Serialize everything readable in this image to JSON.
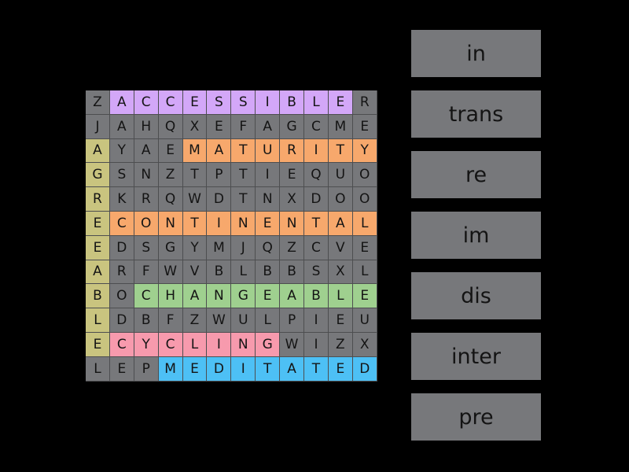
{
  "puzzle": {
    "rows": [
      [
        "Z",
        "A",
        "C",
        "C",
        "E",
        "S",
        "S",
        "I",
        "B",
        "L",
        "E",
        "R"
      ],
      [
        "J",
        "A",
        "H",
        "Q",
        "X",
        "E",
        "F",
        "A",
        "G",
        "C",
        "M",
        "E"
      ],
      [
        "A",
        "Y",
        "A",
        "E",
        "M",
        "A",
        "T",
        "U",
        "R",
        "I",
        "T",
        "Y"
      ],
      [
        "G",
        "S",
        "N",
        "Z",
        "T",
        "P",
        "T",
        "I",
        "E",
        "Q",
        "U",
        "O"
      ],
      [
        "R",
        "K",
        "R",
        "Q",
        "W",
        "D",
        "T",
        "N",
        "X",
        "D",
        "O",
        "O"
      ],
      [
        "E",
        "C",
        "O",
        "N",
        "T",
        "I",
        "N",
        "E",
        "N",
        "T",
        "A",
        "L"
      ],
      [
        "E",
        "D",
        "S",
        "G",
        "Y",
        "M",
        "J",
        "Q",
        "Z",
        "C",
        "V",
        "E"
      ],
      [
        "A",
        "R",
        "F",
        "W",
        "V",
        "B",
        "L",
        "B",
        "B",
        "S",
        "X",
        "L"
      ],
      [
        "B",
        "O",
        "C",
        "H",
        "A",
        "N",
        "G",
        "E",
        "A",
        "B",
        "L",
        "E"
      ],
      [
        "L",
        "D",
        "B",
        "F",
        "Z",
        "W",
        "U",
        "L",
        "P",
        "I",
        "E",
        "U"
      ],
      [
        "E",
        "C",
        "Y",
        "C",
        "L",
        "I",
        "N",
        "G",
        "W",
        "I",
        "Z",
        "X"
      ],
      [
        "L",
        "E",
        "P",
        "M",
        "E",
        "D",
        "I",
        "T",
        "A",
        "T",
        "E",
        "D"
      ]
    ],
    "found_words": [
      {
        "word": "ACCESSIBLE",
        "color": "#d3a7f8",
        "cells": [
          [
            0,
            1
          ],
          [
            0,
            2
          ],
          [
            0,
            3
          ],
          [
            0,
            4
          ],
          [
            0,
            5
          ],
          [
            0,
            6
          ],
          [
            0,
            7
          ],
          [
            0,
            8
          ],
          [
            0,
            9
          ],
          [
            0,
            10
          ]
        ]
      },
      {
        "word": "MATURITY",
        "color": "#f7a86c",
        "cells": [
          [
            2,
            4
          ],
          [
            2,
            5
          ],
          [
            2,
            6
          ],
          [
            2,
            7
          ],
          [
            2,
            8
          ],
          [
            2,
            9
          ],
          [
            2,
            10
          ],
          [
            2,
            11
          ]
        ]
      },
      {
        "word": "AGREEABLE",
        "color": "#c9c47f",
        "cells": [
          [
            2,
            0
          ],
          [
            3,
            0
          ],
          [
            4,
            0
          ],
          [
            5,
            0
          ],
          [
            6,
            0
          ],
          [
            7,
            0
          ],
          [
            8,
            0
          ],
          [
            9,
            0
          ],
          [
            10,
            0
          ]
        ]
      },
      {
        "word": "CONTINENTAL",
        "color": "#f7a86c",
        "cells": [
          [
            5,
            1
          ],
          [
            5,
            2
          ],
          [
            5,
            3
          ],
          [
            5,
            4
          ],
          [
            5,
            5
          ],
          [
            5,
            6
          ],
          [
            5,
            7
          ],
          [
            5,
            8
          ],
          [
            5,
            9
          ],
          [
            5,
            10
          ],
          [
            5,
            11
          ]
        ]
      },
      {
        "word": "CHANGEABLE",
        "color": "#9fd08f",
        "cells": [
          [
            8,
            2
          ],
          [
            8,
            3
          ],
          [
            8,
            4
          ],
          [
            8,
            5
          ],
          [
            8,
            6
          ],
          [
            8,
            7
          ],
          [
            8,
            8
          ],
          [
            8,
            9
          ],
          [
            8,
            10
          ],
          [
            8,
            11
          ]
        ]
      },
      {
        "word": "CYCLING",
        "color": "#f79aad",
        "cells": [
          [
            10,
            1
          ],
          [
            10,
            2
          ],
          [
            10,
            3
          ],
          [
            10,
            4
          ],
          [
            10,
            5
          ],
          [
            10,
            6
          ],
          [
            10,
            7
          ]
        ]
      },
      {
        "word": "MEDITATED",
        "color": "#4dc0f5",
        "cells": [
          [
            11,
            3
          ],
          [
            11,
            4
          ],
          [
            11,
            5
          ],
          [
            11,
            6
          ],
          [
            11,
            7
          ],
          [
            11,
            8
          ],
          [
            11,
            9
          ],
          [
            11,
            10
          ],
          [
            11,
            11
          ]
        ]
      }
    ]
  },
  "word_buttons": [
    {
      "label": "in"
    },
    {
      "label": "trans"
    },
    {
      "label": "re"
    },
    {
      "label": "im"
    },
    {
      "label": "dis"
    },
    {
      "label": "inter"
    },
    {
      "label": "pre"
    }
  ],
  "colors": {
    "background": "#000000",
    "cell": "#77787b",
    "text": "#141414"
  }
}
